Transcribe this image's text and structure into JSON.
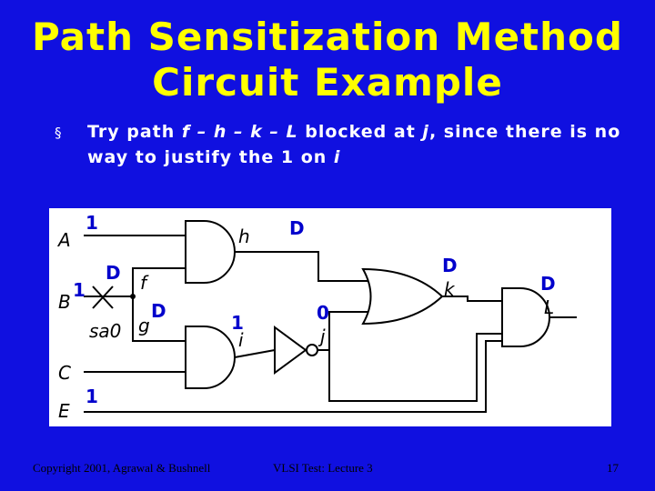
{
  "title": {
    "line1": "Path Sensitization  Method",
    "line2": "Circuit Example"
  },
  "bullet": {
    "marker": "§",
    "parts": [
      {
        "text": "Try path ",
        "italic": false
      },
      {
        "text": "f – h – k – L",
        "italic": true
      },
      {
        "text": "  blocked at ",
        "italic": false
      },
      {
        "text": "j",
        "italic": true
      },
      {
        "text": ", since there is no way to justify the 1 on ",
        "italic": false
      },
      {
        "text": "i",
        "italic": true
      }
    ]
  },
  "diagram": {
    "signal_labels": {
      "A": "A",
      "B": "B",
      "C": "C",
      "E": "E",
      "f": "f",
      "g": "g",
      "h": "h",
      "i": "i",
      "j": "j",
      "k": "k",
      "L": "L",
      "fault": "sa0"
    },
    "values": {
      "A": "1",
      "B": "1",
      "E": "1",
      "f": "D",
      "g": "D",
      "h": "D",
      "i": "1",
      "j": "0",
      "k": "D",
      "L": "D"
    },
    "colors": {
      "wire": "#000000",
      "value": "#0000cc"
    }
  },
  "footer": {
    "copyright": "Copyright 2001, Agrawal & Bushnell",
    "course": "VLSI Test: Lecture 3",
    "page": "17"
  }
}
